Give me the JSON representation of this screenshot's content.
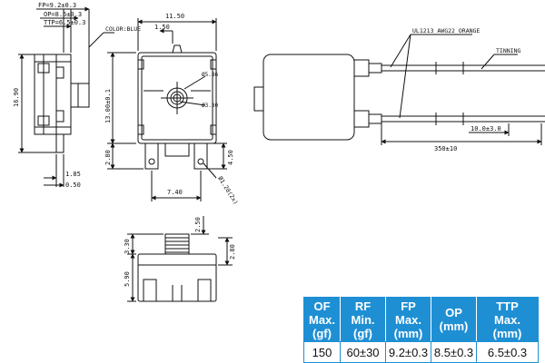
{
  "dimensions": {
    "fp": "FP=9.2±0.3",
    "op": "OP=8.5±0.3",
    "ttp": "TTP=6.5±0.3",
    "color": "COLOR:BLUE",
    "height_total": "16.90",
    "offset_1_85": "1.85",
    "offset_0_50": "0.50",
    "width_11_50": "11.50",
    "width_1_50": "1.50",
    "height_13_00": "13.00±0.1",
    "hole_5_86": "Ø5.86",
    "hole_3_30": "Ø3.30",
    "pin_2_80": "2.80",
    "pin_4_50": "4.50",
    "pin_7_40": "7.40",
    "pin_hole": "Ø1.20(2x)",
    "bottom_2_50": "2.50",
    "bottom_3_30": "3.30",
    "bottom_2_80": "2.80",
    "bottom_5_90": "5.90",
    "wire": "UL1213 AWG22 ORANGE",
    "tinning": "TINNING",
    "wire_length": "350±10",
    "tin_length": "10.0±3.0"
  },
  "spec_table": {
    "headers": [
      "OF\nMax.\n(gf)",
      "RF\nMin.\n(gf)",
      "FP\nMax.\n(mm)",
      "OP\n(mm)",
      "TTP\nMax.\n(mm)"
    ],
    "values": [
      "150",
      "60±30",
      "9.2±0.3",
      "8.5±0.3",
      "6.5±0.3"
    ]
  },
  "colors": {
    "table_header": "#1f8fd4",
    "line": "#111111"
  }
}
